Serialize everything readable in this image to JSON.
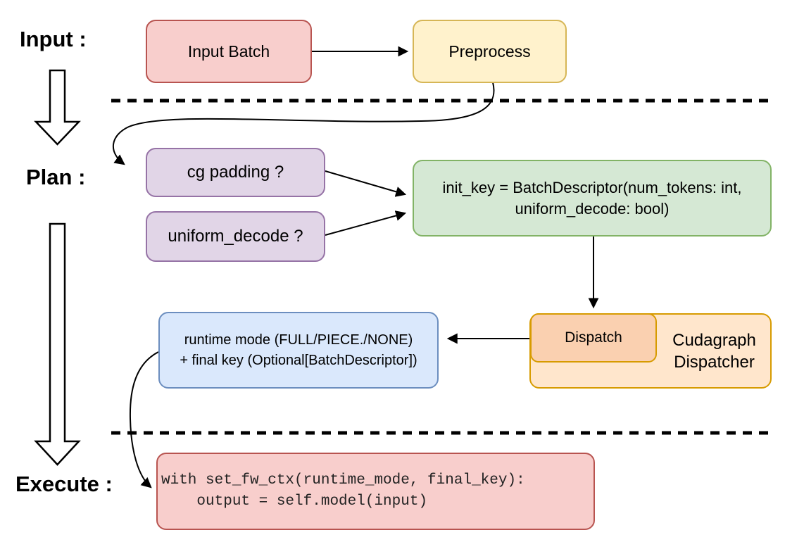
{
  "labels": {
    "input": "Input :",
    "plan": "Plan :",
    "execute": "Execute :"
  },
  "nodes": {
    "input_batch": "Input Batch",
    "preprocess": "Preprocess",
    "cg_padding": "cg padding ?",
    "uniform_decode": "uniform_decode ?",
    "init_key_line1": "init_key = BatchDescriptor(num_tokens: int,",
    "init_key_line2": "uniform_decode: bool)",
    "dispatch": "Dispatch",
    "dispatcher_line1": "Cudagraph",
    "dispatcher_line2": "Dispatcher",
    "runtime_line1": "runtime mode (FULL/PIECE./NONE)",
    "runtime_line2": "+ final key (Optional[BatchDescriptor])",
    "code_line1": "with set_fw_ctx(runtime_mode, final_key):",
    "code_line2": "    output = self.model(input)"
  },
  "colors": {
    "red_fill": "#f8cecc",
    "red_stroke": "#b85450",
    "yellow_fill": "#fff2cc",
    "yellow_stroke": "#d6b656",
    "purple_fill": "#e1d5e7",
    "purple_stroke": "#9673a6",
    "green_fill": "#d5e8d4",
    "green_stroke": "#82b366",
    "blue_fill": "#dae8fc",
    "blue_stroke": "#6c8ebf",
    "orange_fill": "#ffe6cc",
    "orange_stroke": "#d79b00",
    "salmon_fill": "#fad0b0",
    "line_color": "#000000"
  }
}
